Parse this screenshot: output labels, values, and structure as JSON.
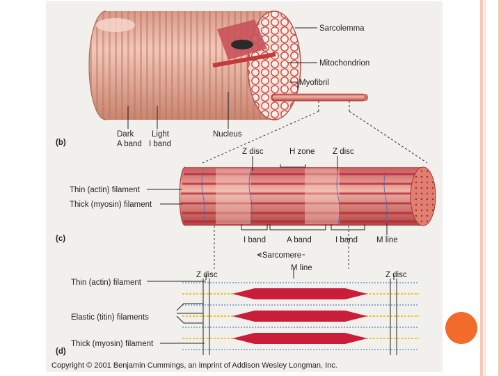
{
  "labels": {
    "sarcolemma": "Sarcolemma",
    "mitochondrion": "Mitochondrion",
    "myofibril": "Myofibril",
    "dark": "Dark",
    "a_band_b": "A band",
    "light": "Light",
    "i_band_b": "I band",
    "nucleus": "Nucleus",
    "panel_b": "(b)",
    "z_disc_left": "Z disc",
    "h_zone": "H zone",
    "z_disc_right": "Z disc",
    "thin_filament": "Thin (actin) filament",
    "thick_filament": "Thick (myosin) filament",
    "panel_c": "(c)",
    "i_band_left": "I band",
    "a_band_c": "A band",
    "i_band_right": "I band",
    "m_line_c": "M line",
    "sarcomere": "Sarcomere",
    "m_line_d": "M line",
    "z_disc_d_left": "Z disc",
    "z_disc_d_right": "Z disc",
    "thin_filament_d": "Thin (actin) filament",
    "elastic_filaments": "Elastic (titin) filaments",
    "thick_filament_d": "Thick (myosin) filament",
    "panel_d": "(d)",
    "copyright": "Copyright © 2001 Benjamin Cummings, an imprint of Addison Wesley Longman, Inc."
  },
  "colors": {
    "panel_bg": "#f2f0ec",
    "fiber": "#e0a99a",
    "myosin": "#c81e3a",
    "actin": "#6f8fc9",
    "titin": "#f0c330",
    "accent": "#f26b2a",
    "frame": "#f4c9b2"
  }
}
